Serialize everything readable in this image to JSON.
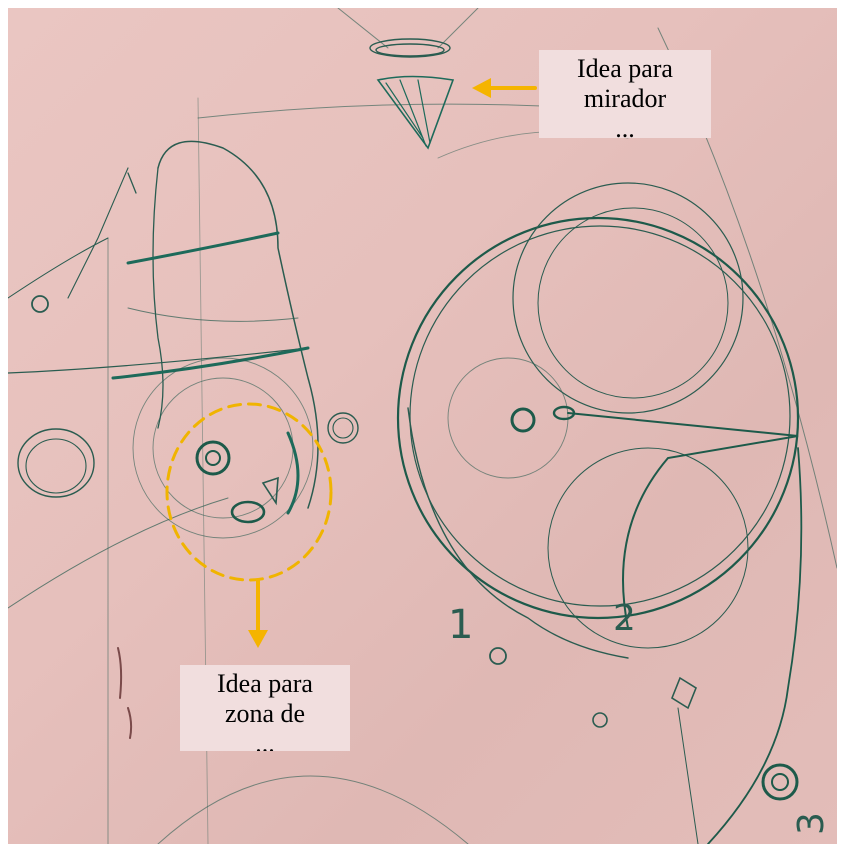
{
  "annotations": {
    "top_callout": {
      "text": "Idea para\nmirador\n..."
    },
    "bottom_callout": {
      "text": "Idea para\nzona de\n..."
    }
  },
  "sketch_labels": {
    "number_1": "1",
    "number_2": "2",
    "number_3": "3"
  },
  "colors": {
    "paper": "#e6c0bc",
    "ink": "#1f5c4f",
    "callout_arrow": "#f5b400",
    "highlight_ring": "#f0b400",
    "callout_box": "#f1dede"
  }
}
